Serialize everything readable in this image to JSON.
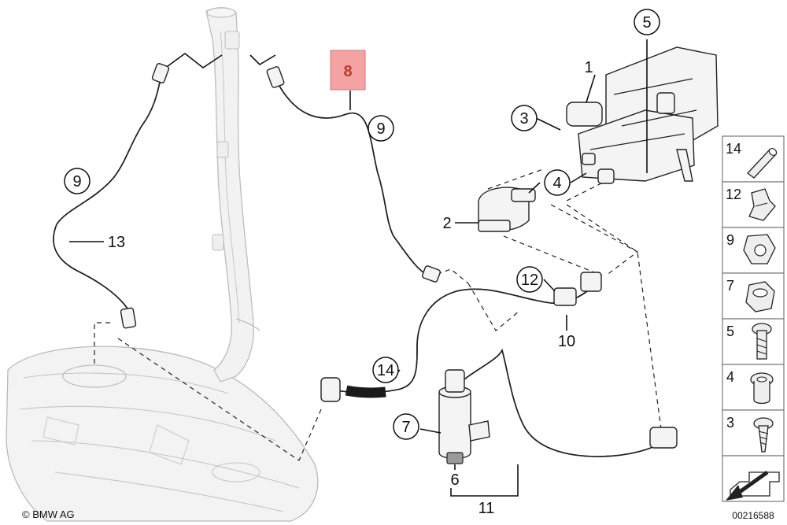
{
  "callouts": {
    "c1": "1",
    "c2": "2",
    "c3": "3",
    "c4": "4",
    "c5": "5",
    "c6": "6",
    "c7": "7",
    "c8": "8",
    "c9a": "9",
    "c9b": "9",
    "c10": "10",
    "c11": "11",
    "c12": "12",
    "c13": "13",
    "c14": "14"
  },
  "side_panel": [
    "14",
    "12",
    "9",
    "7",
    "5",
    "4",
    "3"
  ],
  "copyright": "© BMW AG",
  "diagram_id": "00216588",
  "colors": {
    "highlight_box": "#f4a3a3",
    "highlight_text": "#c0392b"
  }
}
